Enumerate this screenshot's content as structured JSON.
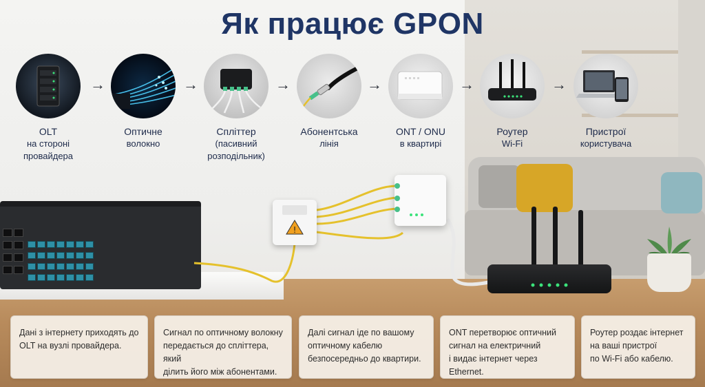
{
  "title": "Як працює GPON",
  "steps": [
    {
      "icon": "olt-server-icon",
      "line1": "OLT",
      "line2": "на стороні",
      "line3": "провайдера"
    },
    {
      "icon": "fiber-optic-icon",
      "line1": "Оптичне",
      "line2": "волокно",
      "line3": ""
    },
    {
      "icon": "splitter-icon",
      "line1": "Спліттер",
      "line2": "(пасивний",
      "line3": "розподільник)"
    },
    {
      "icon": "subscriber-cable-icon",
      "line1": "Абонентська",
      "line2": "лінія",
      "line3": ""
    },
    {
      "icon": "ont-onu-icon",
      "line1": "ONT / ONU",
      "line2": "в квартирі",
      "line3": ""
    },
    {
      "icon": "router-icon",
      "line1": "Роутер",
      "line2": "Wi-Fi",
      "line3": ""
    },
    {
      "icon": "devices-icon",
      "line1": "Пристрої",
      "line2": "користувача",
      "line3": ""
    }
  ],
  "arrow_glyph": "→",
  "cards": [
    {
      "line1": "Дані з інтернету приходять до",
      "line2": "OLT на вузлі провайдера.",
      "line3": ""
    },
    {
      "line1": "Сигнал по оптичному волокну",
      "line2": "передається до спліттера, який",
      "line3": "ділить його між абонентами."
    },
    {
      "line1": "Далі сигнал іде по вашому",
      "line2": "оптичному кабелю",
      "line3": "безпосередньо до квартири."
    },
    {
      "line1": "ONT перетворює оптичний",
      "line2": "сигнал на електричний",
      "line3": "і видає інтернет через Ethernet."
    },
    {
      "line1": "Роутер роздає інтернет",
      "line2": "на ваші пристрої",
      "line3": "по Wi-Fi або кабелю."
    }
  ],
  "colors": {
    "title": "#1f3565",
    "fiber_yellow": "#e5c12c",
    "fiber_green": "#47c08a",
    "led_green": "#3be27a"
  }
}
